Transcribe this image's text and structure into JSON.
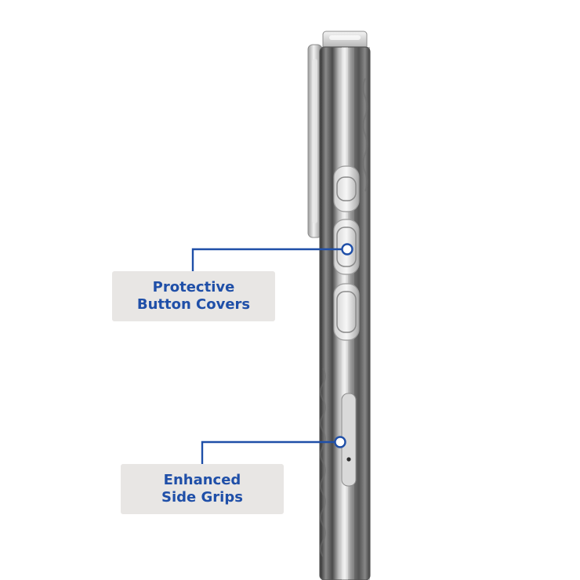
{
  "callouts": {
    "buttons": {
      "line1": "Protective",
      "line2": "Button Covers"
    },
    "grips": {
      "line1": "Enhanced",
      "line2": "Side Grips"
    }
  },
  "colors": {
    "accent_blue": "#1f4fa8",
    "label_bg": "#e8e6e4",
    "case_dark": "#3a3a3a",
    "case_light": "#d6d6d6"
  },
  "icons": [
    "button-cover-icon",
    "sim-tray-icon"
  ]
}
